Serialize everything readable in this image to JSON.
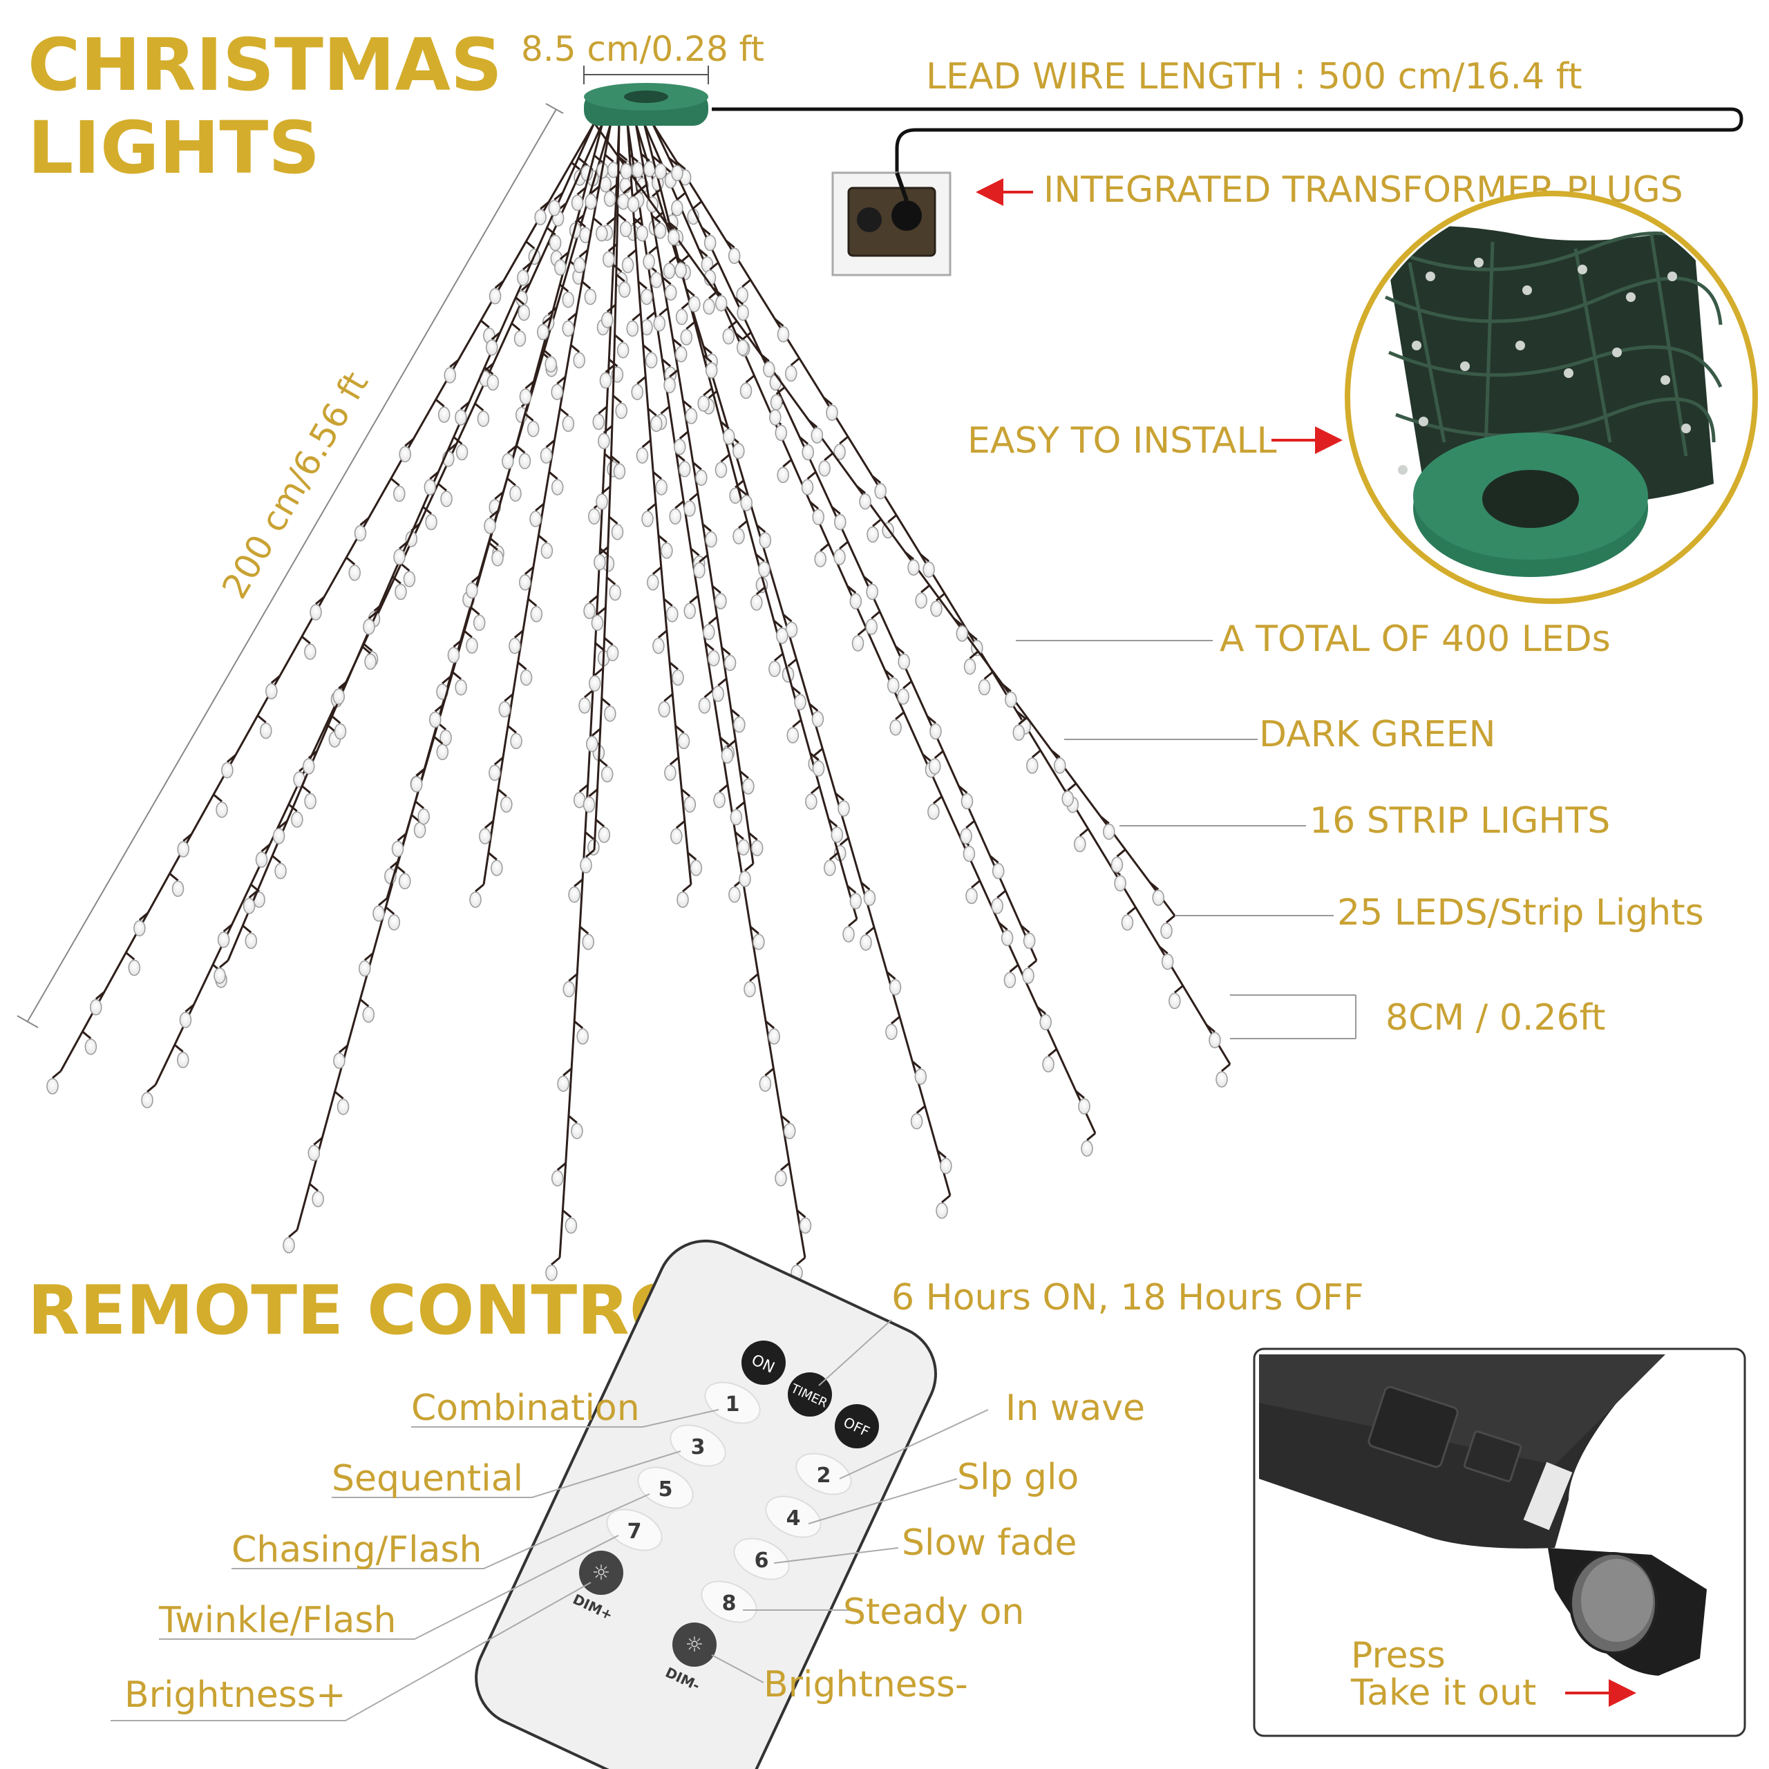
{
  "colors": {
    "gold": "#c9a233",
    "wire": "#2e1f1b",
    "ring": "#2d7a5a",
    "arrow": "#e02020"
  },
  "header": {
    "title_line1": "CHRISTMAS",
    "title_line2": "LIGHTS"
  },
  "dimensions": {
    "ring_width": "8.5 cm/0.28 ft",
    "lead_wire": "LEAD WIRE LENGTH : 500 cm/16.4 ft",
    "strand_length": "200 cm/6.56 ft",
    "bulb_spacing": "8CM / 0.26ft"
  },
  "features": {
    "transformer": "INTEGRATED TRANSFORMER PLUGS",
    "install": "EASY TO INSTALL",
    "total_leds": "A TOTAL OF 400 LEDs",
    "color": "DARK GREEN",
    "strips": "16 STRIP LIGHTS",
    "per_strip": "25 LEDS/Strip Lights"
  },
  "remote": {
    "title": "REMOTE CONTROL",
    "timer_note": "6 Hours ON, 18 Hours OFF",
    "buttons": {
      "on": "ON",
      "timer": "TIMER",
      "off": "OFF",
      "b1": "1",
      "b2": "2",
      "b3": "3",
      "b4": "4",
      "b5": "5",
      "b6": "6",
      "b7": "7",
      "b8": "8",
      "dim_plus": "DIM+",
      "dim_minus": "DIM-"
    },
    "modes_left": [
      "Combination",
      "Sequential",
      "Chasing/Flash",
      "Twinkle/Flash",
      "Brightness+"
    ],
    "modes_right": [
      "In wave",
      "Slp glo",
      "Slow fade",
      "Steady on",
      "Brightness-"
    ]
  },
  "battery": {
    "press": "Press",
    "take_out": "Take it out"
  }
}
